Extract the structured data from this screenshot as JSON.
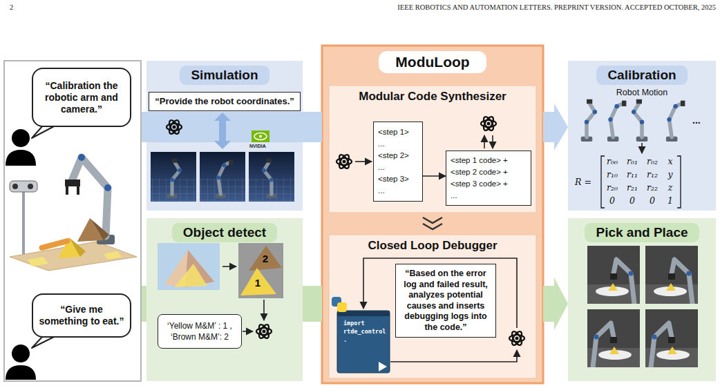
{
  "diagram": {
    "nodes": [
      {
        "text": [
          "“Calibration the robotic arm and camera.”"
        ]
      },
      {
        "text": [
          "Simulation"
        ]
      },
      {
        "text": [
          "“Provide the robot coordinates.”"
        ],
        "in": 1
      },
      {
        "text": [
          "Object detect"
        ]
      },
      {
        "text": [
          "‘Yellow M&M’ : 1 , ‘Brown M&M’: 2"
        ],
        "in": 3
      },
      {
        "text": [
          "“Give me something to eat.”"
        ]
      },
      {
        "text": [
          "ModuLoop"
        ]
      },
      {
        "text": [
          "Modular Code Synthesizer"
        ],
        "in": 6
      },
      {
        "text": [
          "<step 1>",
          "...",
          "<step 2>",
          "...",
          "<step 3>",
          "..."
        ],
        "in": 7
      },
      {
        "text": [
          "<step 1 code> +",
          "<step 2 code> +",
          "<step 3 code> +",
          "..."
        ],
        "in": 7
      },
      {
        "text": [
          "Closed Loop Debugger"
        ],
        "in": 6
      },
      {
        "text": [
          "“Based on the error log and failed result, analyzes potential causes and inserts debugging logs into the code.”"
        ],
        "in": 10
      },
      {
        "text": [
          "Calibration"
        ]
      },
      {
        "text": [
          "Pick and Place"
        ]
      }
    ],
    "edges": [
      {
        "from": 1,
        "to": 6,
        "arrow": "none"
      },
      {
        "from": 3,
        "to": 6,
        "arrow": "none"
      },
      {
        "from": 6,
        "to": 12,
        "arrow": "to"
      },
      {
        "from": 6,
        "to": 13,
        "arrow": "to"
      },
      {
        "from": 8,
        "to": 9,
        "arrow": "to"
      }
    ],
    "labels": [
      "2",
      "IEEE ROBOTICS AND AUTOMATION LETTERS. PREPRINT VERSION. ACCEPTED OCTOBER, 2025",
      "NVIDIA",
      "2",
      "1",
      "Robot Motion",
      "...",
      "R =",
      "r₀₀",
      "r₀₁",
      "r₀₂",
      "x",
      "r₁₀",
      "r₁₁",
      "r₁₂",
      "y",
      "r₂₀",
      "r₂₁",
      "r₂₂",
      "z",
      "0",
      "0",
      "0",
      "1",
      "import",
      "rtde_control",
      "."
    ]
  }
}
